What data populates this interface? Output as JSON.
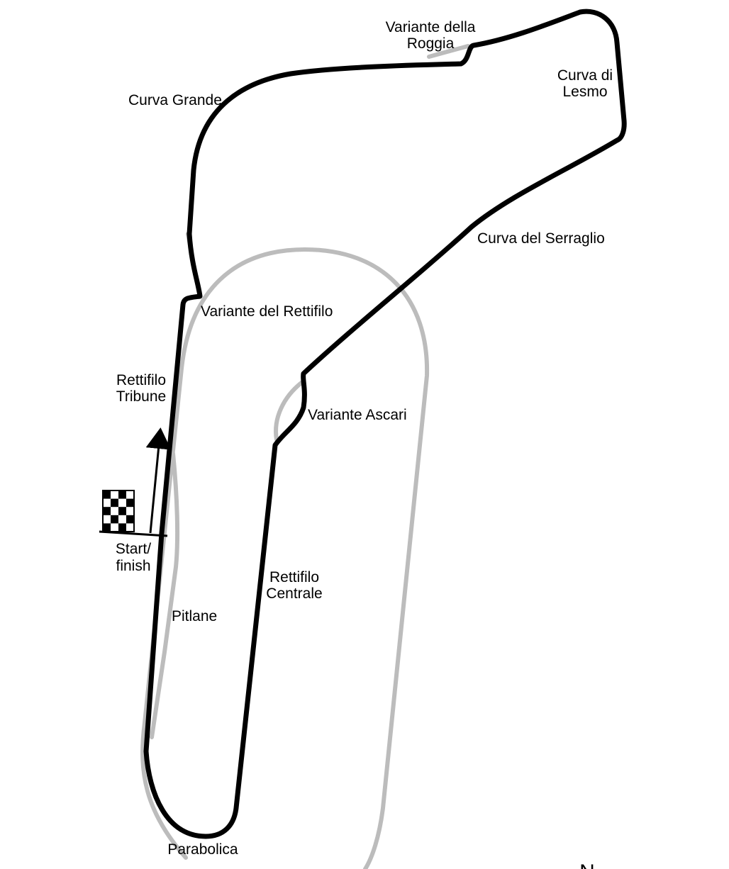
{
  "map": {
    "colors": {
      "background": "#ffffff",
      "main_track": "#000000",
      "old_circuit": "#bcbcbc"
    },
    "labels": {
      "variante_della_roggia_line1": "Variante della",
      "variante_della_roggia_line2": "Roggia",
      "curva_di_lesmo_line1": "Curva di",
      "curva_di_lesmo_line2": "Lesmo",
      "curva_grande": "Curva Grande",
      "curva_del_serraglio": "Curva del Serraglio",
      "variante_del_rettifilo": "Variante del Rettifilo",
      "rettifilo_tribune_line1": "Rettifilo",
      "rettifilo_tribune_line2": "Tribune",
      "variante_ascari": "Variante Ascari",
      "start_finish_line1": "Start/",
      "start_finish_line2": "finish",
      "rettifilo_centrale_line1": "Rettifilo",
      "rettifilo_centrale_line2": "Centrale",
      "pitlane": "Pitlane",
      "parabolica": "Parabolica"
    },
    "icons": {
      "start_flag": "checkered-flag-icon",
      "direction": "direction-arrow-icon",
      "compass": "north-arrow-icon"
    },
    "north": "N"
  }
}
